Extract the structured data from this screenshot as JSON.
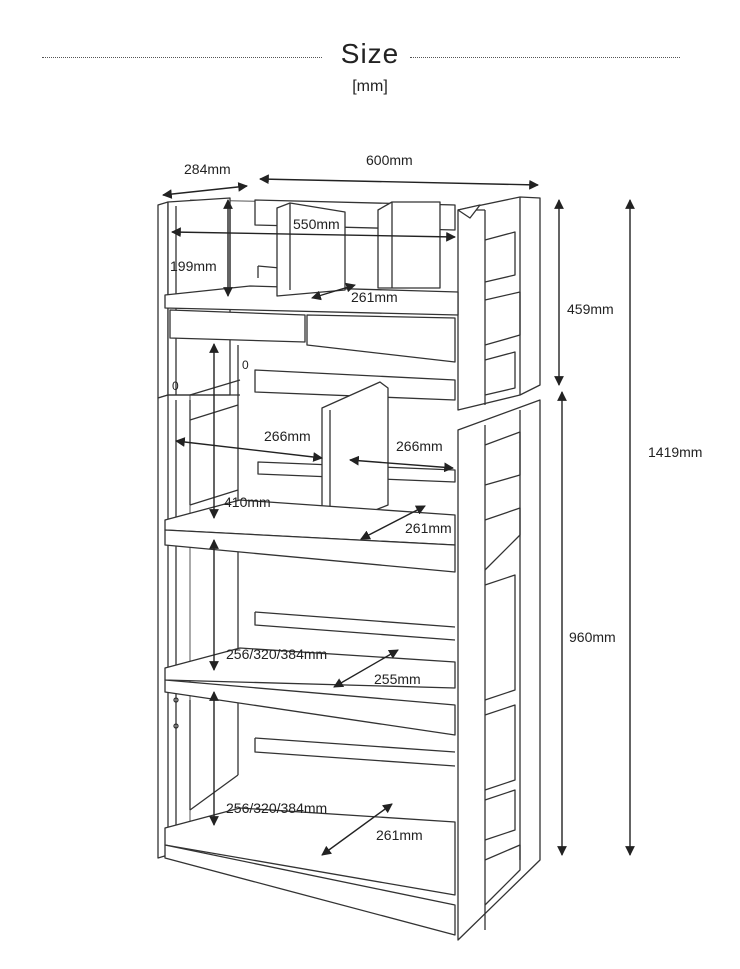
{
  "header": {
    "title": "Size",
    "unit": "[mm]"
  },
  "dimensions": {
    "depth_total": "284mm",
    "width_total": "600mm",
    "inner_width": "550mm",
    "top_height": "199mm",
    "top_shelf_depth": "261mm",
    "upper_section_height": "459mm",
    "overall_height": "1419mm",
    "middle_left_width": "266mm",
    "middle_right_width": "266mm",
    "middle_height": "410mm",
    "middle_depth": "261mm",
    "lower_section_height": "960mm",
    "shelf1_height": "256/320/384mm",
    "shelf1_depth": "255mm",
    "shelf2_height": "256/320/384mm",
    "shelf2_depth": "261mm"
  },
  "marks": {
    "left_marker": "0",
    "right_marker": "0"
  }
}
